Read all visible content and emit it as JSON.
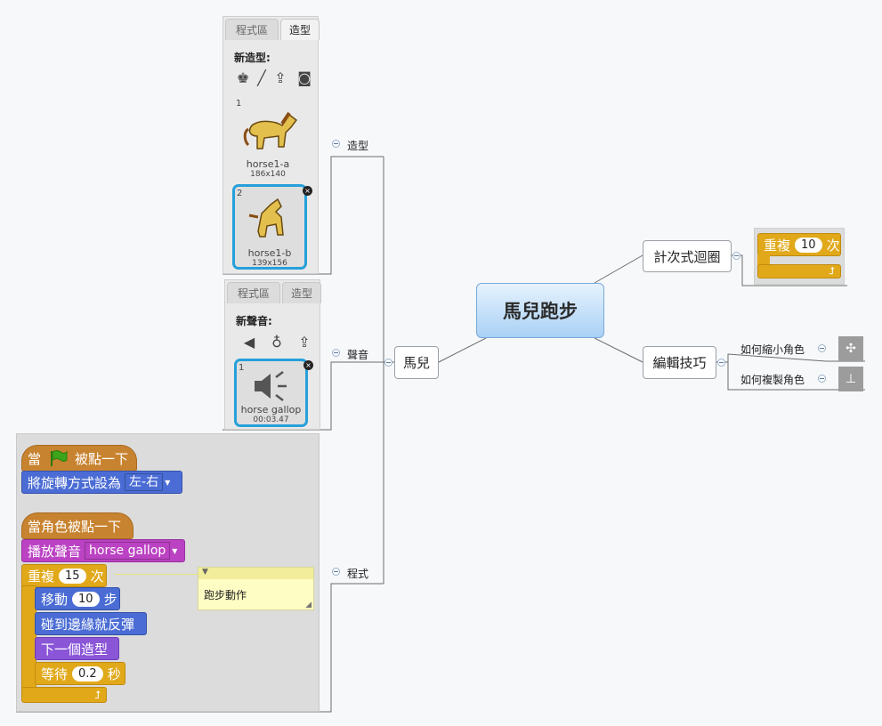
{
  "central": {
    "label": "馬兒跑步"
  },
  "left_node": {
    "label": "馬兒"
  },
  "right_nodes": [
    {
      "label": "計次式迴圈"
    },
    {
      "label": "編輯技巧"
    }
  ],
  "left_branches": [
    {
      "label": "造型"
    },
    {
      "label": "聲音"
    },
    {
      "label": "程式"
    }
  ],
  "tips": [
    {
      "label": "如何縮小角色"
    },
    {
      "label": "如何複製角色"
    }
  ],
  "costume_panel": {
    "tabs": [
      "程式區",
      "造型"
    ],
    "title": "新造型:",
    "costumes": [
      {
        "index": "1",
        "name": "horse1-a",
        "size": "186x140"
      },
      {
        "index": "2",
        "name": "horse1-b",
        "size": "139x156"
      }
    ]
  },
  "sound_panel": {
    "tabs": [
      "程式區",
      "造型"
    ],
    "title": "新聲音:",
    "sound": {
      "index": "1",
      "name": "horse gallop",
      "duration": "00:03.47"
    }
  },
  "loop_block": {
    "label": "重複",
    "value": "10",
    "suffix": "次"
  },
  "script": {
    "when_flag": {
      "pre": "當",
      "post": "被點一下"
    },
    "rotation": {
      "label": "將旋轉方式設為",
      "value": "左-右"
    },
    "when_clicked": {
      "label": "當角色被點一下"
    },
    "play_sound": {
      "label": "播放聲音",
      "value": "horse gallop"
    },
    "repeat": {
      "label": "重複",
      "value": "15",
      "suffix": "次"
    },
    "move": {
      "label": "移動",
      "value": "10",
      "suffix": "步"
    },
    "bounce": {
      "label": "碰到邊緣就反彈"
    },
    "next_costume": {
      "label": "下一個造型"
    },
    "wait": {
      "label": "等待",
      "value": "0.2",
      "suffix": "秒"
    },
    "comment": "跑步動作"
  },
  "colors": {
    "events": "#c88330",
    "motion": "#4a6cd4",
    "sound": "#bb42c3",
    "control": "#e1a91a",
    "looks": "#8a55d7",
    "central_node": "#a9d1f5"
  }
}
